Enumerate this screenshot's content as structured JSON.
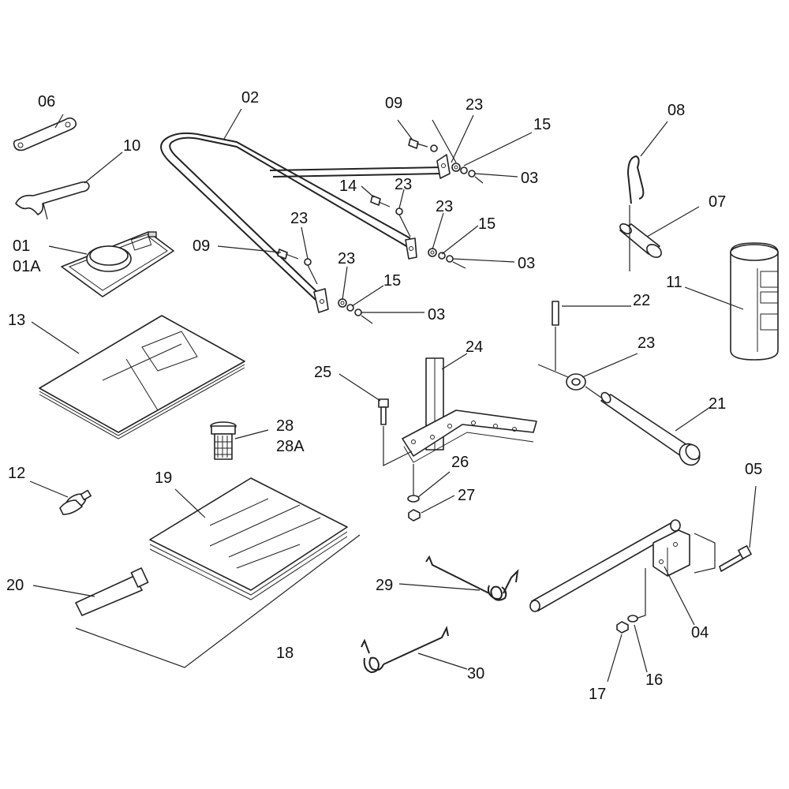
{
  "callouts": {
    "c01": "01",
    "c01a": "01A",
    "c02": "02",
    "c03a": "03",
    "c03b": "03",
    "c03c": "03",
    "c04": "04",
    "c05": "05",
    "c06": "06",
    "c07": "07",
    "c08": "08",
    "c09a": "09",
    "c09b": "09",
    "c10": "10",
    "c11": "11",
    "c12": "12",
    "c13": "13",
    "c14": "14",
    "c15a": "15",
    "c15b": "15",
    "c15c": "15",
    "c16": "16",
    "c17": "17",
    "c18": "18",
    "c19": "19",
    "c20": "20",
    "c21": "21",
    "c22": "22",
    "c23a": "23",
    "c23b": "23",
    "c23c": "23",
    "c23d": "23",
    "c23e": "23",
    "c23f": "23",
    "c24": "24",
    "c25": "25",
    "c26": "26",
    "c27": "27",
    "c28": "28",
    "c28a": "28A",
    "c29": "29",
    "c30": "30"
  }
}
